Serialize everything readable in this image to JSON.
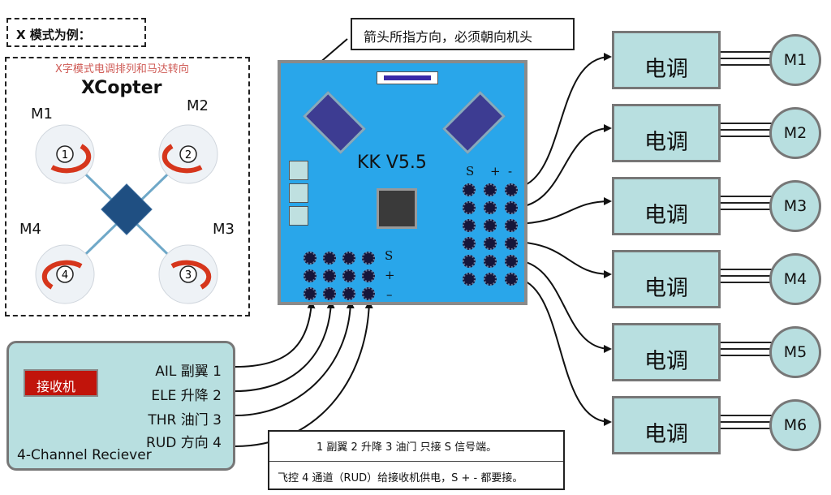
{
  "intro_box": {
    "label": "X 模式为例："
  },
  "arrow_note": {
    "text": "箭头所指方向，必须朝向机头"
  },
  "xcopter": {
    "caption": "X字模式电调排列和马达转向",
    "title": "XCopter",
    "motors": [
      "M1",
      "M2",
      "M3",
      "M4"
    ],
    "props": [
      "1",
      "2",
      "3",
      "4"
    ]
  },
  "board": {
    "name": "KK V5.5",
    "pins_top": [
      "S",
      "+",
      "-"
    ],
    "pins_side": [
      "S",
      "+",
      "–"
    ]
  },
  "escs": [
    {
      "esc_label": "电调",
      "motor_label": "M1"
    },
    {
      "esc_label": "电调",
      "motor_label": "M2"
    },
    {
      "esc_label": "电调",
      "motor_label": "M3"
    },
    {
      "esc_label": "电调",
      "motor_label": "M4"
    },
    {
      "esc_label": "电调",
      "motor_label": "M5"
    },
    {
      "esc_label": "电调",
      "motor_label": "M6"
    }
  ],
  "receiver": {
    "button_label": "接收机",
    "name": "4-Channel Reciever",
    "channels": [
      "AIL 副翼 1",
      "ELE 升降 2",
      "THR 油门 3",
      "RUD 方向 4"
    ]
  },
  "notes": [
    "1 副翼 2 升降 3 油门 只接 S 信号端。",
    "飞控 4 通道（RUD）给接收机供电，S + -  都要接。"
  ],
  "colors": {
    "board": "#29a6ea",
    "esc_fill": "#b8dfe0",
    "receiver_button": "#c1140b"
  }
}
